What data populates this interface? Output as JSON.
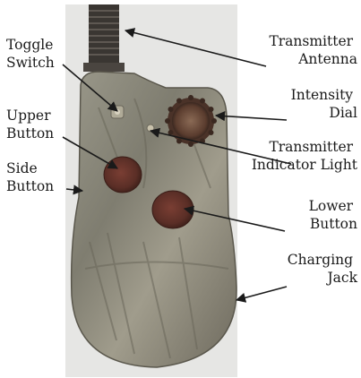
{
  "labels": {
    "toggle_switch": [
      "Toggle",
      "Switch"
    ],
    "upper_button": [
      "Upper",
      "Button"
    ],
    "side_button": [
      "Side",
      "Button"
    ],
    "transmitter_antenna": [
      "Transmitter",
      "Antenna"
    ],
    "intensity_dial": [
      "Intensity",
      "Dial"
    ],
    "transmitter_indicator_light": [
      "Transmitter",
      "Indicator Light"
    ],
    "lower_button": [
      "Lower",
      "Button"
    ],
    "charging_jack": [
      "Charging",
      "Jack"
    ]
  },
  "colors": {
    "text": "#1a1a1a",
    "line": "#1a1a1a",
    "background": "#ffffff",
    "photo_background": "#e8e8e8",
    "camo_body": "#8c8b7d",
    "button_dark": "#5a2e26",
    "dial": "#6b4a3a",
    "antenna": "#3a3632"
  }
}
